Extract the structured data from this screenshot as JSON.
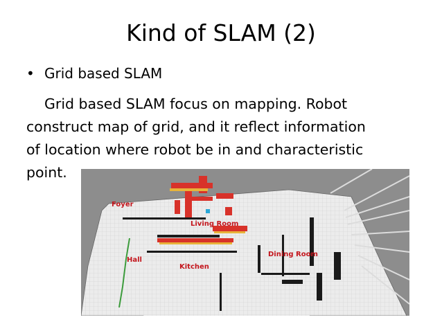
{
  "slide": {
    "title": "Kind of SLAM (2)",
    "bullet": "Grid based SLAM",
    "bullet_marker": "•",
    "paragraph_lines": [
      "Grid based SLAM focus on mapping.  Robot",
      "construct map of grid, and it reflect information",
      "of location where robot be in and characteristic",
      "point."
    ]
  },
  "map_image": {
    "labels": {
      "foyer": "Foyer",
      "living_room": "Living Room",
      "dining_room": "Dining Room",
      "hall": "Hall",
      "kitchen": "Kitchen"
    },
    "colors": {
      "background": "#8a8a8a",
      "free_space": "#ececec",
      "obstacle_heat": "#d8322a",
      "label_red": "#c4151c"
    }
  }
}
